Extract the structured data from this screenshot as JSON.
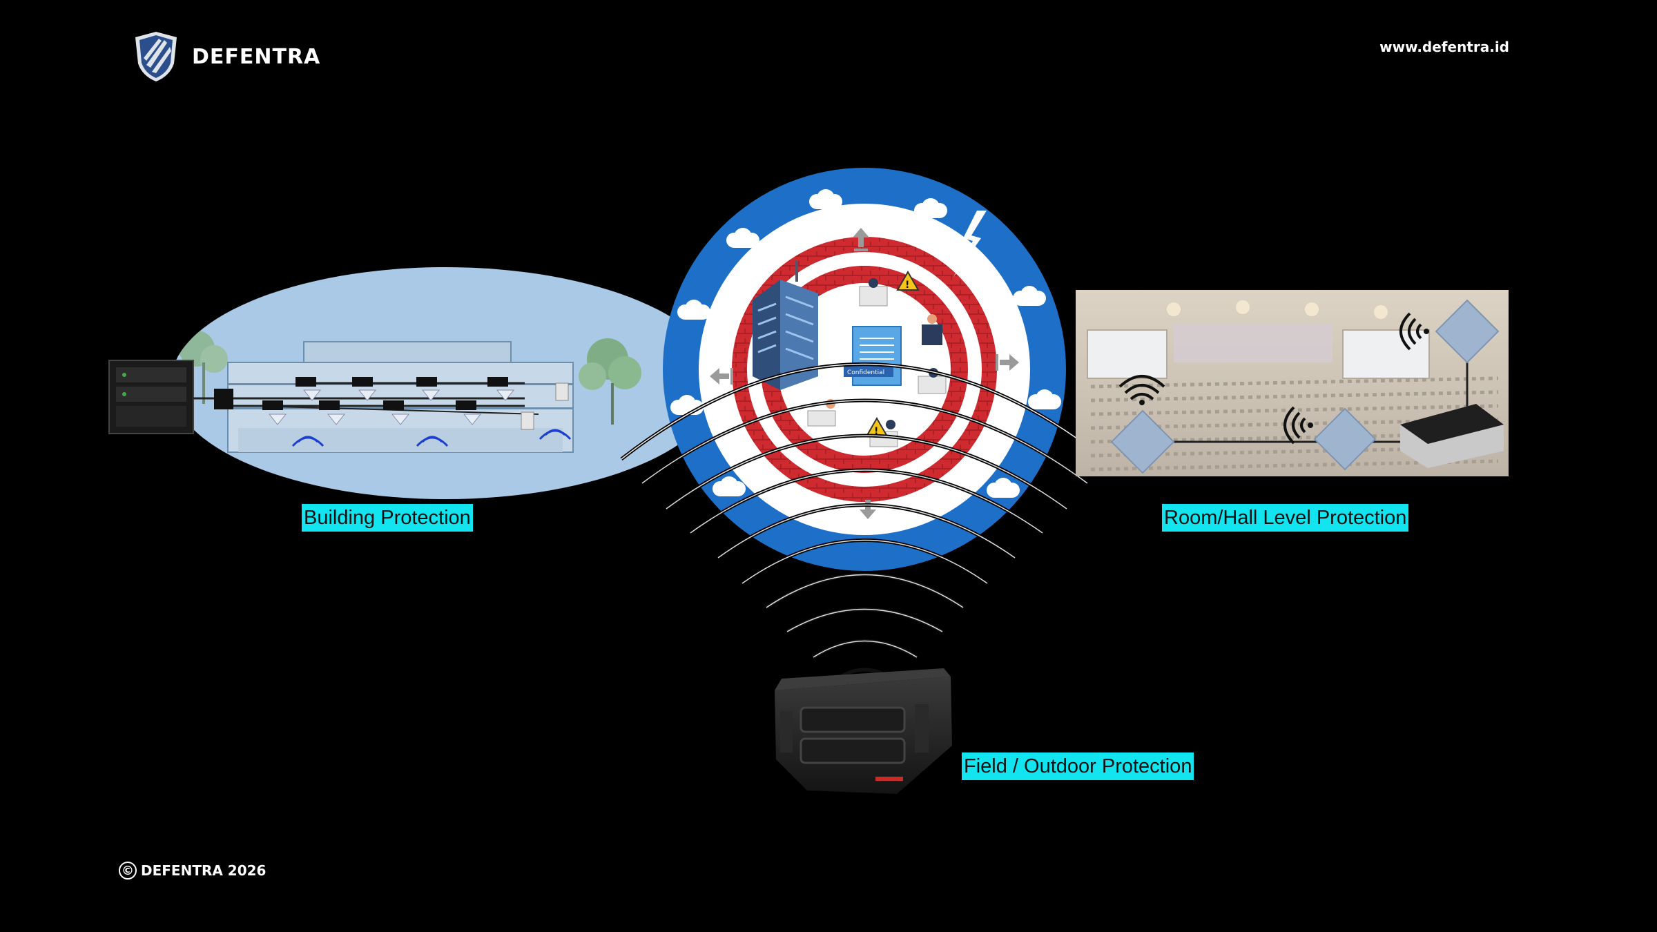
{
  "header": {
    "brand": "DEFENTRA",
    "website": "www.defentra.id"
  },
  "footer": {
    "copyright_symbol": "©",
    "copyright_text": "DEFENTRA 2026"
  },
  "center": {
    "document_label": "Confidential"
  },
  "labels": {
    "building": "Building Protection",
    "room_hall": "Room/Hall Level Protection",
    "field": "Field / Outdoor Protection"
  },
  "colors": {
    "label_bg": "#12e5ef",
    "ring_blue": "#1d6fc7",
    "ring_red": "#cf2a2f",
    "ellipse_bg": "#a9c9e6",
    "background": "#000000"
  },
  "icons": [
    "shield-logo-icon",
    "cloud-icon",
    "wifi-icon",
    "warning-icon",
    "arrow-icon",
    "copyright-icon"
  ]
}
